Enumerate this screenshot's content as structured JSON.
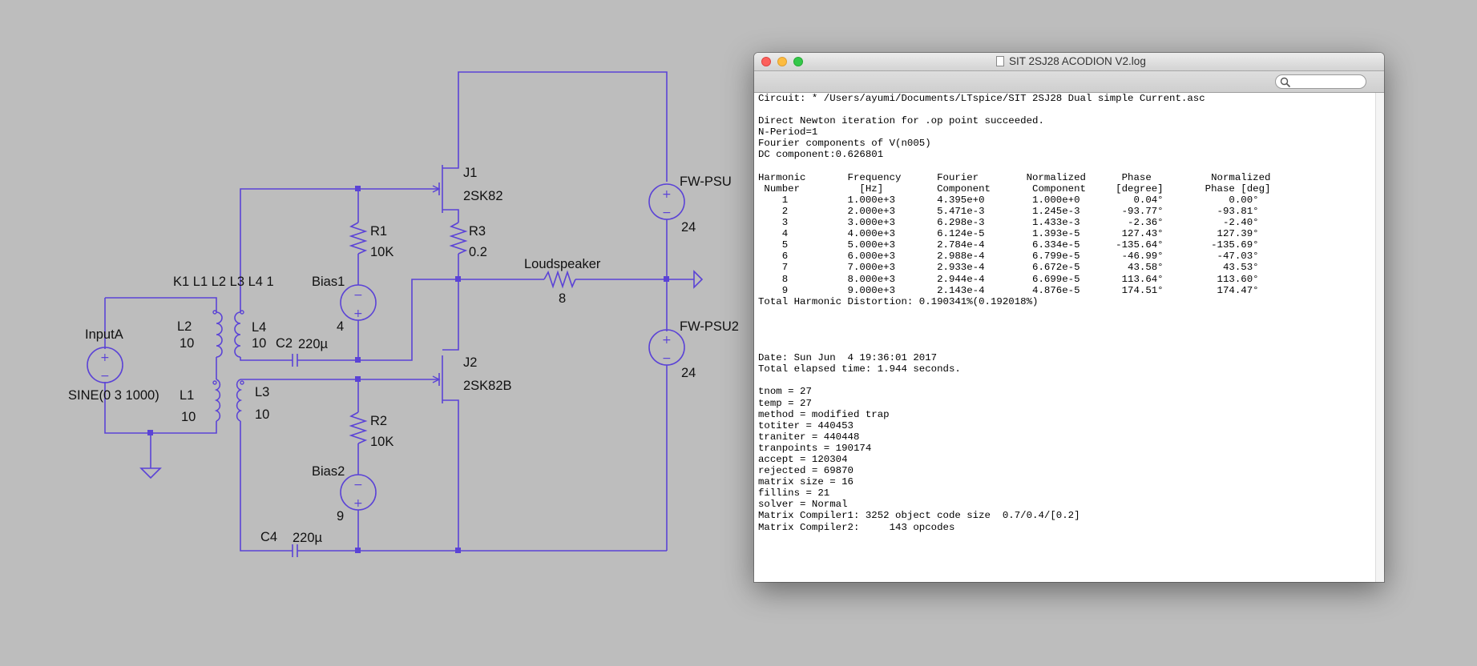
{
  "schematic": {
    "labels": {
      "k1": "K1 L1 L2 L3 L4 1",
      "inputA_name": "InputA",
      "inputA_value": "SINE(0 3 1000)",
      "l2_name": "L2",
      "l2_value": "10",
      "l1_name": "L1",
      "l1_value": "10",
      "l4_name": "L4",
      "l4_value": "10",
      "l3_name": "L3",
      "l3_value": "10",
      "c2_name": "C2",
      "c2_value": "220µ",
      "c4_name": "C4",
      "c4_value": "220µ",
      "r1_name": "R1",
      "r1_value": "10K",
      "r2_name": "R2",
      "r2_value": "10K",
      "bias1_name": "Bias1",
      "bias1_value": "4",
      "bias2_name": "Bias2",
      "bias2_value": "9",
      "j1_name": "J1",
      "j1_value": "2SK82",
      "j2_name": "J2",
      "j2_value": "2SK82B",
      "r3_name": "R3",
      "r3_value": "0.2",
      "speaker_name": "Loudspeaker",
      "speaker_value": "8",
      "psu1_name": "FW-PSU",
      "psu1_value": "24",
      "psu2_name": "FW-PSU2",
      "psu2_value": "24"
    },
    "source_symbols": {
      "plus": "+",
      "minus": "−"
    }
  },
  "window": {
    "title": "SIT 2SJ28 ACODION V2.log",
    "search_placeholder": ""
  },
  "log": {
    "lines": [
      "Circuit: * /Users/ayumi/Documents/LTspice/SIT 2SJ28 Dual simple Current.asc",
      "",
      "Direct Newton iteration for .op point succeeded.",
      "N-Period=1",
      "Fourier components of V(n005)",
      "DC component:0.626801",
      "",
      "Harmonic       Frequency      Fourier        Normalized      Phase          Normalized",
      " Number          [Hz]         Component       Component     [degree]       Phase [deg]",
      "    1          1.000e+3       4.395e+0        1.000e+0         0.04°           0.00°",
      "    2          2.000e+3       5.471e-3        1.245e-3       -93.77°         -93.81°",
      "    3          3.000e+3       6.298e-3        1.433e-3        -2.36°          -2.40°",
      "    4          4.000e+3       6.124e-5        1.393e-5       127.43°         127.39°",
      "    5          5.000e+3       2.784e-4        6.334e-5      -135.64°        -135.69°",
      "    6          6.000e+3       2.988e-4        6.799e-5       -46.99°         -47.03°",
      "    7          7.000e+3       2.933e-4        6.672e-5        43.58°          43.53°",
      "    8          8.000e+3       2.944e-4        6.699e-5       113.64°         113.60°",
      "    9          9.000e+3       2.143e-4        4.876e-5       174.51°         174.47°",
      "Total Harmonic Distortion: 0.190341%(0.192018%)",
      "",
      "",
      "",
      "",
      "Date: Sun Jun  4 19:36:01 2017",
      "Total elapsed time: 1.944 seconds.",
      "",
      "tnom = 27",
      "temp = 27",
      "method = modified trap",
      "totiter = 440453",
      "traniter = 440448",
      "tranpoints = 190174",
      "accept = 120304",
      "rejected = 69870",
      "matrix size = 16",
      "fillins = 21",
      "solver = Normal",
      "Matrix Compiler1: 3252 object code size  0.7/0.4/[0.2]",
      "Matrix Compiler2:     143 opcodes"
    ]
  },
  "colors": {
    "wire": "#5b43d6",
    "background": "#bdbdbd"
  }
}
